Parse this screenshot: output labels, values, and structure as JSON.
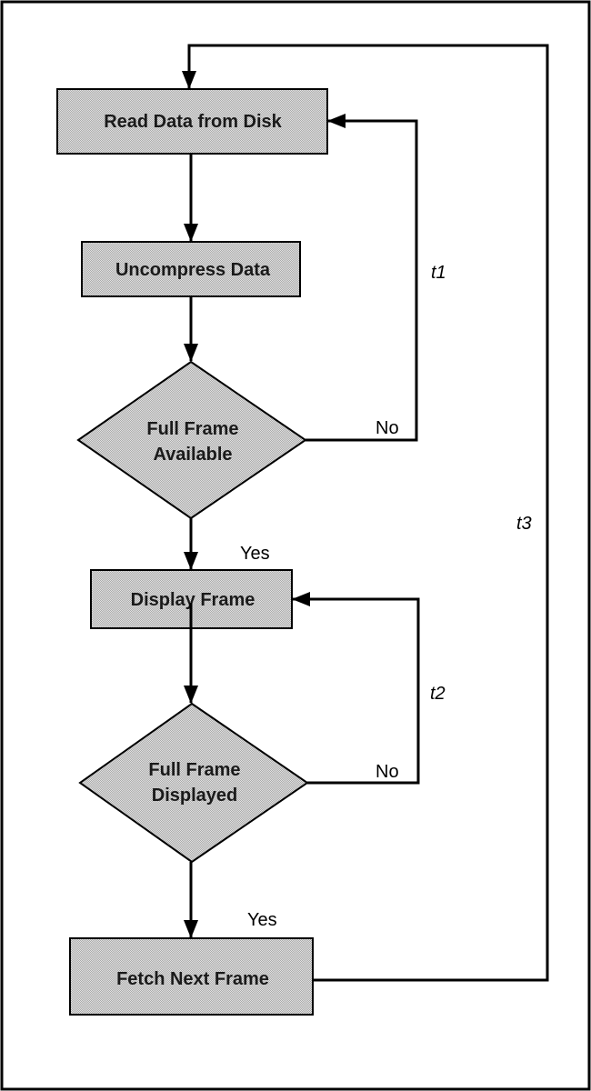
{
  "nodes": {
    "read_data": "Read Data from Disk",
    "uncompress": "Uncompress Data",
    "full_frame_available": [
      "Full Frame",
      "Available"
    ],
    "display_frame": "Display Frame",
    "full_frame_displayed": [
      "Full Frame",
      "Displayed"
    ],
    "fetch_next": "Fetch Next Frame"
  },
  "edge_labels": {
    "available_no": "No",
    "available_yes": "Yes",
    "displayed_no": "No",
    "displayed_yes": "Yes"
  },
  "loop_labels": {
    "t1": "t1",
    "t2": "t2",
    "t3": "t3"
  },
  "colors": {
    "node_fill": "#d3d3d3",
    "stroke": "#000000",
    "background": "#ffffff"
  }
}
